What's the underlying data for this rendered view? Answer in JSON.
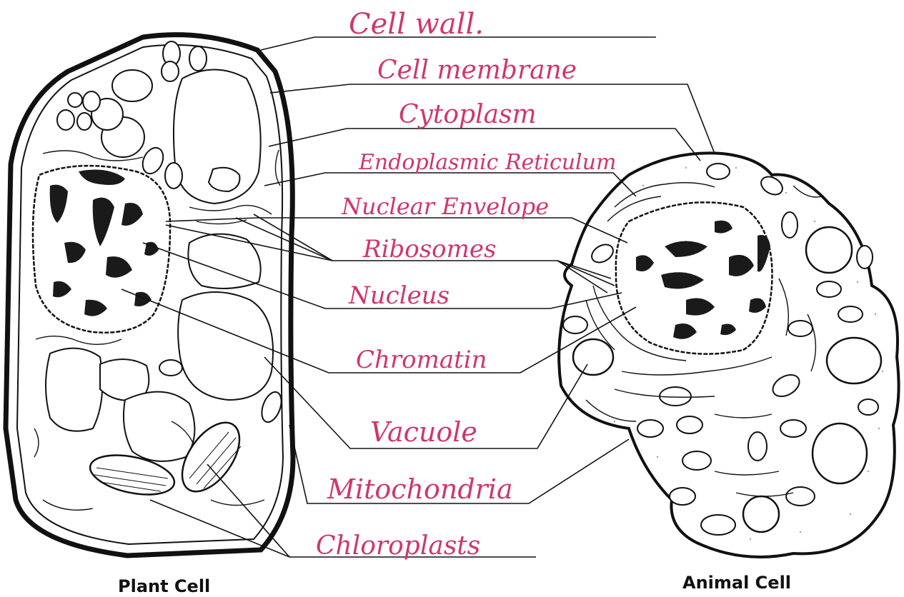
{
  "labels": [
    {
      "key": "cell_wall",
      "text": "Cell wall."
    },
    {
      "key": "cell_membrane",
      "text": "Cell membrane"
    },
    {
      "key": "cytoplasm",
      "text": "Cytoplasm"
    },
    {
      "key": "er",
      "text": "Endoplasmic Reticulum"
    },
    {
      "key": "nuclear_envelope",
      "text": "Nuclear Envelope"
    },
    {
      "key": "ribosomes",
      "text": "Ribosomes"
    },
    {
      "key": "nucleus",
      "text": "Nucleus"
    },
    {
      "key": "chromatin",
      "text": "Chromatin"
    },
    {
      "key": "vacuole",
      "text": "Vacuole"
    },
    {
      "key": "mitochondria",
      "text": "Mitochondria"
    },
    {
      "key": "chloroplasts",
      "text": "Chloroplasts"
    }
  ],
  "captions": {
    "plant": "Plant Cell",
    "animal": "Animal Cell"
  },
  "colors": {
    "handwriting": "#d0366e",
    "ink": "#111111"
  }
}
